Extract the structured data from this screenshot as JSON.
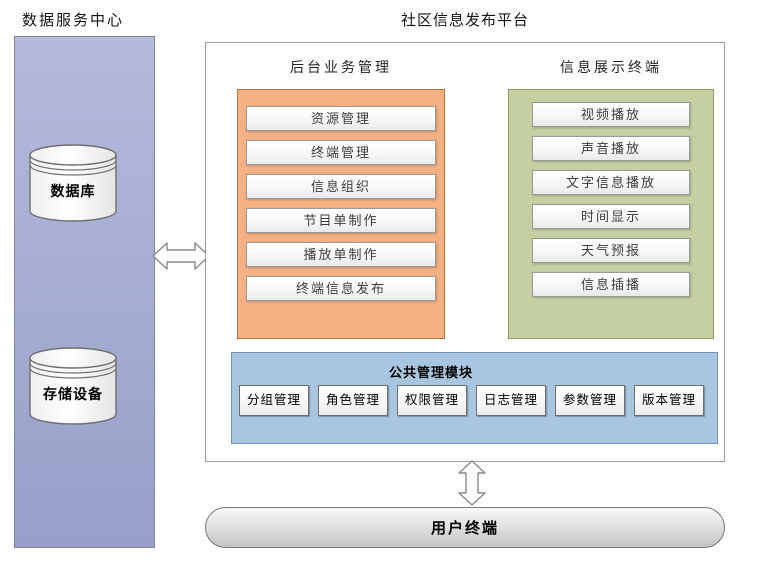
{
  "labels": {
    "data_service_center": "数据服务中心",
    "platform_title": "社区信息发布平台"
  },
  "data_center": {
    "database": "数据库",
    "storage": "存储设备"
  },
  "backend": {
    "title": "后台业务管理",
    "items": [
      "资源管理",
      "终端管理",
      "信息组织",
      "节目单制作",
      "播放单制作",
      "终端信息发布"
    ]
  },
  "display": {
    "title": "信息展示终端",
    "items": [
      "视频播放",
      "声音播放",
      "文字信息播放",
      "时间显示",
      "天气预报",
      "信息插播"
    ]
  },
  "common": {
    "title": "公共管理模块",
    "items": [
      "分组管理",
      "角色管理",
      "权限管理",
      "日志管理",
      "参数管理",
      "版本管理"
    ]
  },
  "user_terminal": "用户终端",
  "colors": {
    "data_center_fill": "#a8aed3",
    "backend_fill": "#f5b183",
    "display_fill": "#c5d0a2",
    "common_fill": "#a9c6e0",
    "terminal_fill": "#d9d9d9"
  }
}
